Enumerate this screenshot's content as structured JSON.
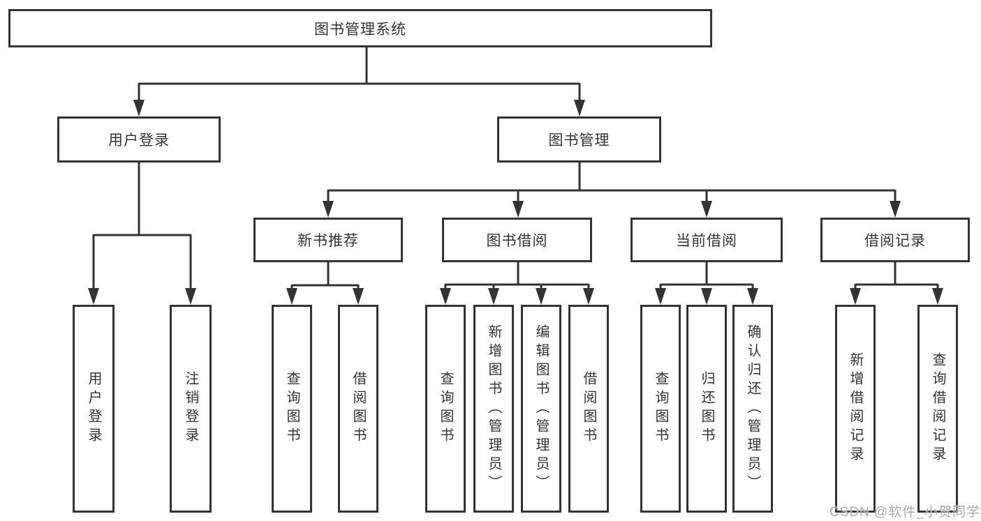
{
  "tree": {
    "label": "图书管理系统",
    "children": [
      {
        "label": "用户登录",
        "children": [
          {
            "label": "用户登录"
          },
          {
            "label": "注销登录"
          }
        ]
      },
      {
        "label": "图书管理",
        "children": [
          {
            "label": "新书推荐",
            "children": [
              {
                "label": "查询图书"
              },
              {
                "label": "借阅图书"
              }
            ]
          },
          {
            "label": "图书借阅",
            "children": [
              {
                "label": "查询图书"
              },
              {
                "label": "新增图书（管理员）"
              },
              {
                "label": "编辑图书（管理员）"
              },
              {
                "label": "借阅图书"
              }
            ]
          },
          {
            "label": "当前借阅",
            "children": [
              {
                "label": "查询图书"
              },
              {
                "label": "归还图书"
              },
              {
                "label": "确认归还（管理员）"
              }
            ]
          },
          {
            "label": "借阅记录",
            "children": [
              {
                "label": "新增借阅记录"
              },
              {
                "label": "查询借阅记录"
              }
            ]
          }
        ]
      }
    ]
  },
  "watermark": {
    "text": "CSDN @软件_小贺同学"
  },
  "colors": {
    "line": "#333333",
    "box_border": "#333333",
    "text": "#333333",
    "watermark": "#a8a8a8",
    "background": "#ffffff"
  }
}
